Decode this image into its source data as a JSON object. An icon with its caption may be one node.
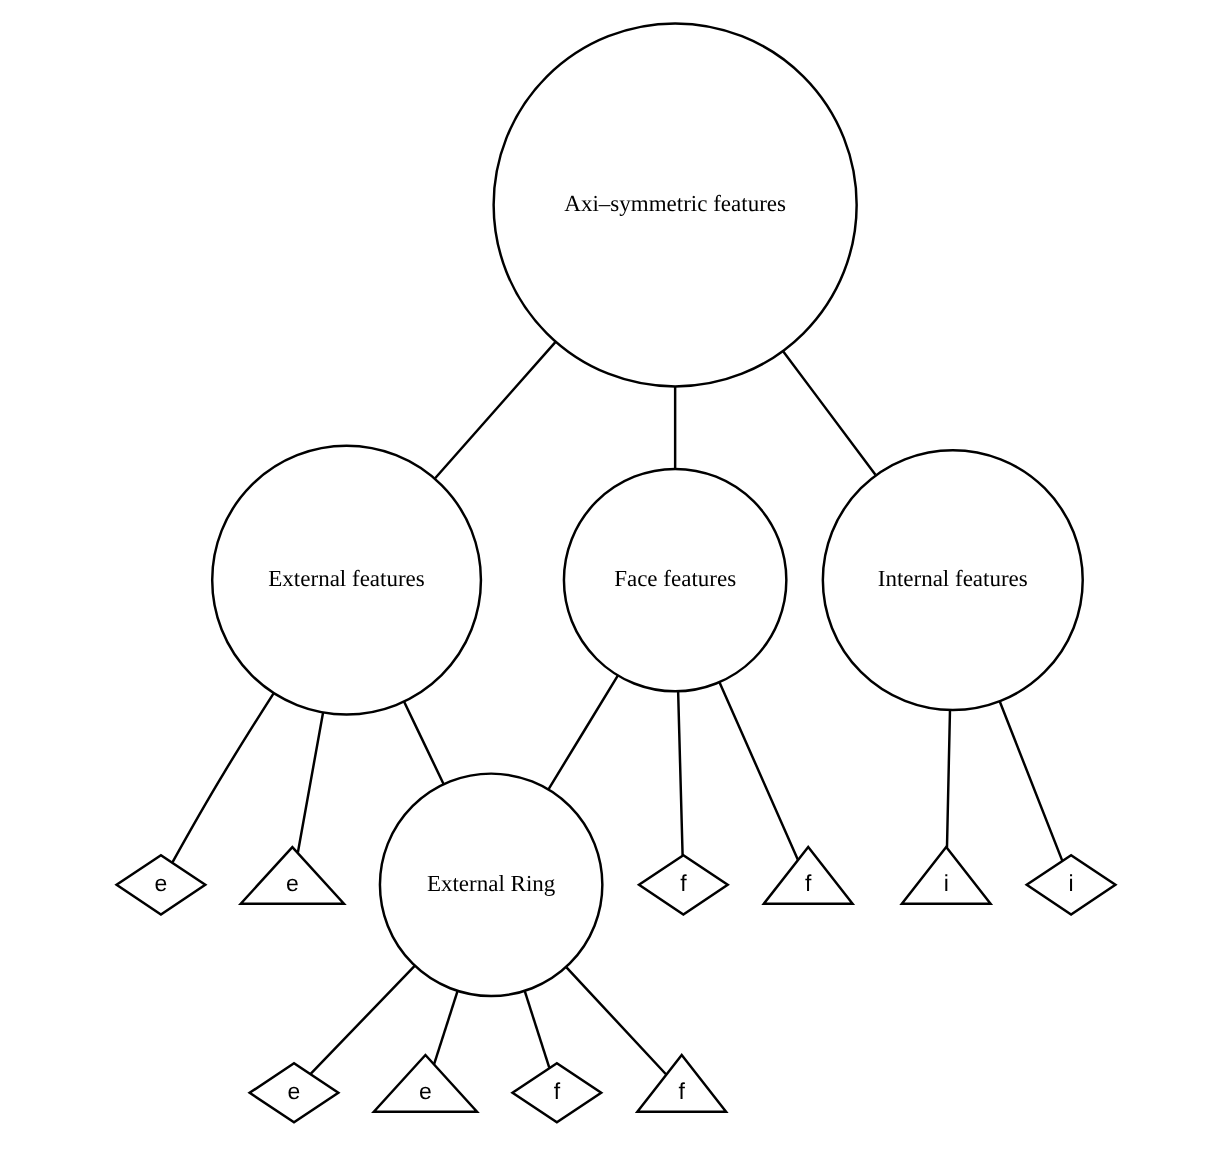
{
  "diagram": {
    "nodes": [
      {
        "text": [
          "Axi–symmetric features"
        ]
      },
      {
        "text": [
          "External features"
        ]
      },
      {
        "text": [
          "Face features"
        ]
      },
      {
        "text": [
          "Internal features"
        ]
      },
      {
        "text": [
          "e"
        ]
      },
      {
        "text": [
          "e"
        ]
      },
      {
        "text": [
          "External Ring"
        ]
      },
      {
        "text": [
          "f"
        ]
      },
      {
        "text": [
          "f"
        ]
      },
      {
        "text": [
          "i"
        ]
      },
      {
        "text": [
          "i"
        ]
      },
      {
        "text": [
          "e"
        ]
      },
      {
        "text": [
          "e"
        ]
      },
      {
        "text": [
          "f"
        ]
      },
      {
        "text": [
          "f"
        ]
      }
    ],
    "edges": [
      {
        "from": 0,
        "to": 1,
        "arrow": "none"
      },
      {
        "from": 0,
        "to": 2,
        "arrow": "none"
      },
      {
        "from": 0,
        "to": 3,
        "arrow": "none"
      },
      {
        "from": 1,
        "to": 4,
        "arrow": "none"
      },
      {
        "from": 1,
        "to": 5,
        "arrow": "none"
      },
      {
        "from": 1,
        "to": 6,
        "arrow": "none"
      },
      {
        "from": 2,
        "to": 6,
        "arrow": "none"
      },
      {
        "from": 2,
        "to": 7,
        "arrow": "none"
      },
      {
        "from": 2,
        "to": 8,
        "arrow": "none"
      },
      {
        "from": 3,
        "to": 9,
        "arrow": "none"
      },
      {
        "from": 3,
        "to": 10,
        "arrow": "none"
      },
      {
        "from": 6,
        "to": 11,
        "arrow": "none"
      },
      {
        "from": 6,
        "to": 12,
        "arrow": "none"
      },
      {
        "from": 6,
        "to": 13,
        "arrow": "none"
      },
      {
        "from": 6,
        "to": 14,
        "arrow": "none"
      }
    ]
  }
}
